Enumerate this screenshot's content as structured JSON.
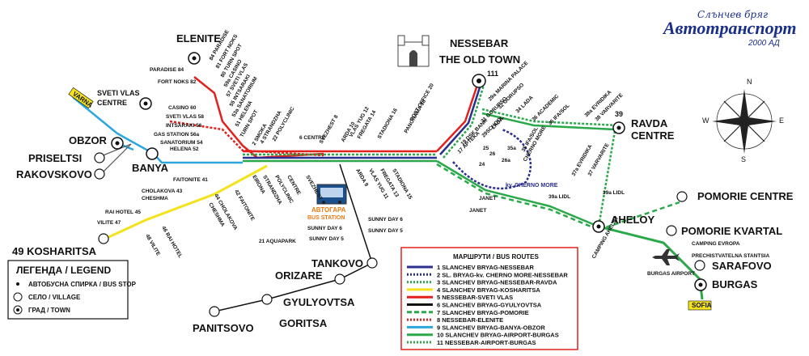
{
  "brand": {
    "script": "Слънчев бряг",
    "name": "Автотранспорт",
    "sub": "2000 АД"
  },
  "compass": {
    "n": "N",
    "s": "S",
    "e": "E",
    "w": "W"
  },
  "towns": [
    {
      "id": "nessebar",
      "text": "NESSEBAR"
    },
    {
      "id": "nessebar2",
      "text": "THE OLD TOWN"
    },
    {
      "id": "elenite",
      "text": "ELENITE"
    },
    {
      "id": "sveti-vlas",
      "text": "SVETI VLAS"
    },
    {
      "id": "sveti-vlas2",
      "text": "CENTRE"
    },
    {
      "id": "obzor",
      "text": "OBZOR"
    },
    {
      "id": "priseltsi",
      "text": "PRISELTSI"
    },
    {
      "id": "rakovskovo",
      "text": "RAKOVSKOVO"
    },
    {
      "id": "banya",
      "text": "BANYA"
    },
    {
      "id": "kosharitsa",
      "text": "49 KOSHARITSA"
    },
    {
      "id": "tankovo",
      "text": "TANKOVO"
    },
    {
      "id": "orizare",
      "text": "ORIZARE"
    },
    {
      "id": "gyulyovtsa",
      "text": "GYULYOVTSA"
    },
    {
      "id": "panitsovo",
      "text": "PANITSOVO"
    },
    {
      "id": "goritsa",
      "text": "GORITSA"
    },
    {
      "id": "ravda",
      "text": "RAVDA"
    },
    {
      "id": "ravda2",
      "text": "CENTRE"
    },
    {
      "id": "aheloy",
      "text": "AHELOY"
    },
    {
      "id": "pomorie-c",
      "text": "POMORIE CENTRE"
    },
    {
      "id": "pomorie-k",
      "text": "POMORIE KVARTAL"
    },
    {
      "id": "sarafovo",
      "text": "SARAFOVO"
    },
    {
      "id": "burgas",
      "text": "BURGAS"
    }
  ],
  "labels": {
    "varna": "VARNA",
    "sofia": "SOFIA",
    "n111": "111",
    "n39": "39",
    "station1": "АВТОГАРА",
    "station2": "BUS STATION",
    "cherno": "kv. CHERNO MORE"
  },
  "stops": [
    "84 PARADISE",
    "81 FORT NOKS",
    "80 TURN SPOT",
    "59a CASINO",
    "57 SVETI VLAS",
    "55 INTSARAKI",
    "53a SANATORIUM",
    "51 HELENA",
    "TURN SPOT",
    "2 SMOKA",
    "4 STRANDZHA",
    "22 POLYCLINIC",
    "PARADISE 84",
    "FORT NOKS 82",
    "CASINO 60",
    "SVETI VLAS 58",
    "INTSARAKI 56",
    "GAS STATION 56a",
    "SANATORIUM 54",
    "HELENA 52",
    "6 CENTRE",
    "SVEZHEST 8",
    "ARDA 10",
    "VLAS YUG 12",
    "FREGATA 14",
    "STADIONA 16",
    "PANORAMA 18",
    "POST OFFICE 20",
    "29a MARINA PALACE",
    "32 GORUPSO",
    "34 LADA",
    "36 ACADEMIC",
    "38a EVRIDIKA",
    "38 VARVARITE",
    "36 IFA/SOL",
    "35 IFA/SOL",
    "31 GORUPSO",
    "LADA",
    "29SCHOOL",
    "CHERNO MORE",
    "19 DSK BANK",
    "17 APTEKA",
    "25",
    "26",
    "24",
    "26a",
    "35a",
    "37a EVRIDIKA",
    "37 VARVARITE",
    "39a LIDL",
    "FAITONITE 41",
    "CHOLAKOVA 43",
    "CHESHMA",
    "RAI HOTEL 45",
    "VILITE 47",
    "42 FAITONITE",
    "44 CHOLAKOVA",
    "CHESHMA",
    "46 RAI HOTEL",
    "48 VILITE",
    "EIRONA",
    "STRANDZHA",
    "POLYCLINIC",
    "CENTRE",
    "SVEZHEST",
    "ARDA 9",
    "VLAS YUG 11",
    "FREGATA 13",
    "STADIONA 15",
    "21 AQUAPARK",
    "SUNNY DAY 6",
    "SUNNY DAY 6",
    "SUNNY DAY 5",
    "SUNNY DAY 5",
    "JANET",
    "JANET",
    "39a LIDL",
    "CAMPING AHELOY",
    "CAMPING EVROPA",
    "PRECHISTVATELNA STANTSIA",
    "BURGAS AIRPORT"
  ],
  "legend": {
    "title": "ЛЕГЕНДА / LEGEND",
    "items": [
      "АВТОБУСНА СПИРКА / BUS STOP",
      "СЕЛО / VILLAGE",
      "ГРАД / TOWN"
    ]
  },
  "routes": {
    "title": "МАРШРУТИ / BUS ROUTES",
    "items": [
      {
        "label": "1  SLANCHEV BRYAG-NESSEBAR",
        "color": "#2b2f8f",
        "style": "solid"
      },
      {
        "label": "2  SL. BRYAG-kv. CHERNO MORE-NESSEBAR",
        "color": "#2b2f8f",
        "style": "dots"
      },
      {
        "label": "3  SLANCHEV BRYAG-NESSEBAR-RAVDA",
        "color": "#2aa84a",
        "style": "dots"
      },
      {
        "label": "4  SLANCHEV BRYAG-KOSHARITSA",
        "color": "#f3e21c",
        "style": "solid"
      },
      {
        "label": "5  NESSEBAR-SVETI VLAS",
        "color": "#e3211c",
        "style": "solid"
      },
      {
        "label": "6  SLANCHEV BRYAG-GYULYOVTSA",
        "color": "#111111",
        "style": "solid"
      },
      {
        "label": "7  SLANCHEV BRYAG-POMORIE",
        "color": "#2aa84a",
        "style": "dash"
      },
      {
        "label": "8  NESSEBAR-ELENITE",
        "color": "#e3211c",
        "style": "dots"
      },
      {
        "label": "9  SLANCHEV BRYAG-BANYA-OBZOR",
        "color": "#2ba6de",
        "style": "solid"
      },
      {
        "label": "10 SLANCHEV BRYAG-AIRPORT-BURGAS",
        "color": "#2aa84a",
        "style": "solid"
      },
      {
        "label": "11 NESSEBAR-AIRPORT-BURGAS",
        "color": "#2aa84a",
        "style": "dots"
      }
    ]
  }
}
